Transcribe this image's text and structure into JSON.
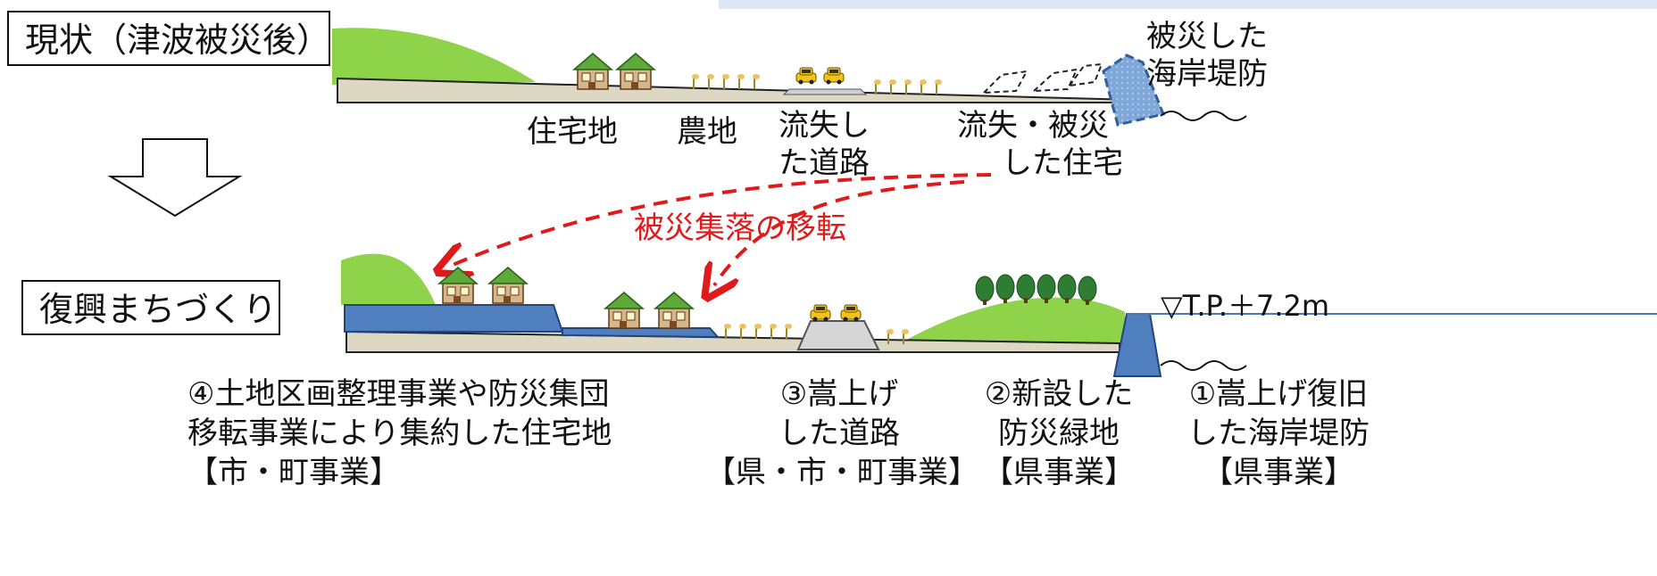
{
  "before": {
    "title": "現状（津波被災後）",
    "labels": {
      "residential": "住宅地",
      "farmland": "農地",
      "road": [
        "流失し",
        "た道路"
      ],
      "houses": [
        "流失・被災",
        "した住宅"
      ],
      "seawall": [
        "被災した",
        "海岸堤防"
      ]
    }
  },
  "relocation_label": "被災集落の移転",
  "after": {
    "title": "復興まちづくり",
    "tp_level": "▽T.P.＋7.2m",
    "labels": {
      "item4": [
        "④土地区画整理事業や防災集団",
        "移転事業により集約した住宅地",
        "【市・町事業】"
      ],
      "item3": [
        "③嵩上げ",
        "した道路",
        "【県・市・町事業】"
      ],
      "item2": [
        "②新設した",
        "防災緑地",
        "【県事業】"
      ],
      "item1": [
        "①嵩上げ復旧",
        "した海岸堤防",
        "【県事業】"
      ]
    }
  },
  "colors": {
    "ground": "#ddd8c4",
    "hill": "#8fd34a",
    "platform": "#4f7fbf",
    "seawall_damaged": "#7fa8d8",
    "arrow": "#e01a1a",
    "wall": "#3a6aa8"
  }
}
